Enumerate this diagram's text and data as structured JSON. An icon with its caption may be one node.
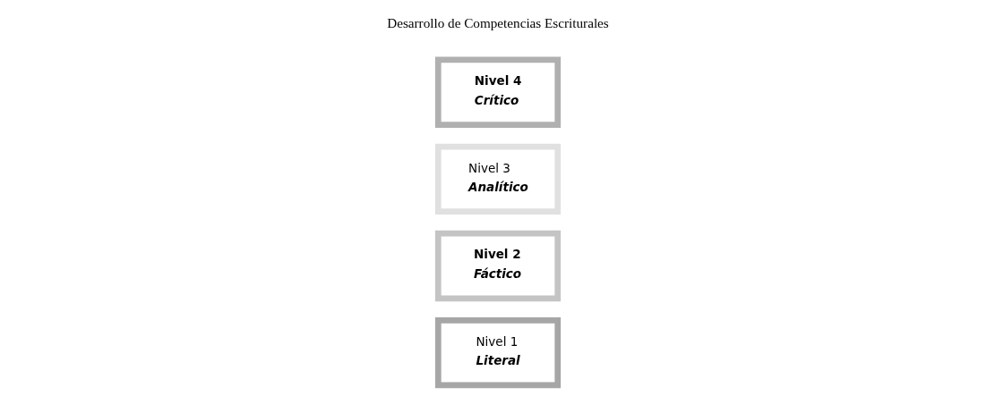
{
  "diagram": {
    "nodes": [
      {
        "text": [
          "Nivel 1",
          "Literal"
        ]
      },
      {
        "text": [
          "Nivel 2",
          "Fáctico"
        ]
      },
      {
        "text": [
          "Nivel 3",
          "Analítico"
        ]
      },
      {
        "text": [
          "Nivel 4",
          "Crítico"
        ]
      }
    ],
    "labels": [
      "Desarrollo de Competencias Escriturales"
    ]
  }
}
